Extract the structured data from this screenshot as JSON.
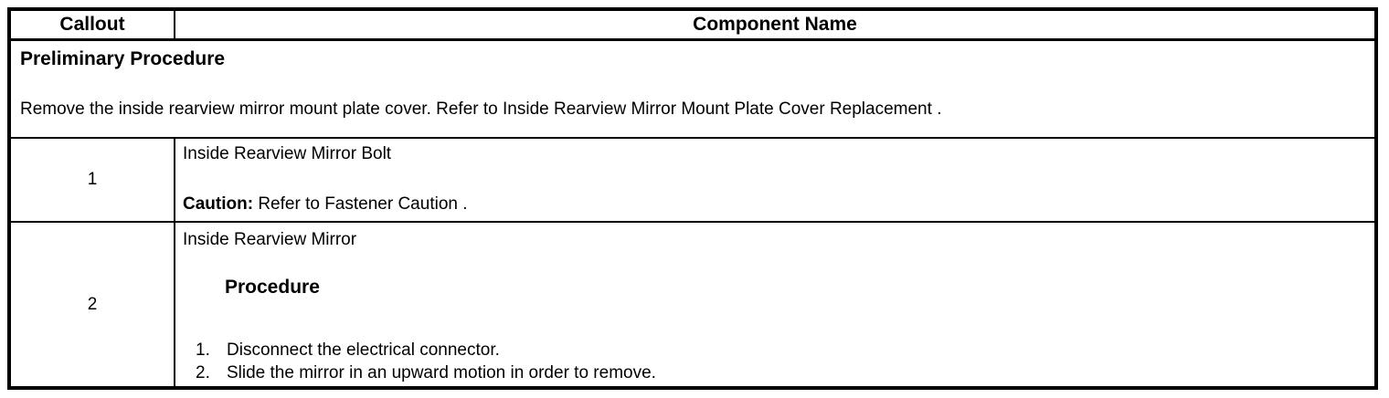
{
  "colors": {
    "ink": "#000000",
    "paper": "#ffffff"
  },
  "table": {
    "header": {
      "callout": "Callout",
      "component": "Component Name"
    },
    "preliminary": {
      "title": "Preliminary Procedure",
      "intro": "Remove the inside rearview mirror mount plate cover. Refer to ",
      "link": "Inside Rearview Mirror Mount Plate Cover Replacement",
      "suffix": " ."
    },
    "rows": [
      {
        "callout": "1",
        "component": "Inside Rearview Mirror Bolt",
        "caution_label": "Caution:",
        "caution_intro": " Refer to ",
        "caution_link": "Fastener Caution",
        "caution_suffix": " ."
      },
      {
        "callout": "2",
        "component": "Inside Rearview Mirror",
        "procedure_heading": "Procedure",
        "steps": [
          {
            "num": "1.",
            "text": "Disconnect the electrical connector."
          },
          {
            "num": "2.",
            "text": "Slide the mirror in an upward motion in order to remove."
          }
        ]
      }
    ]
  }
}
